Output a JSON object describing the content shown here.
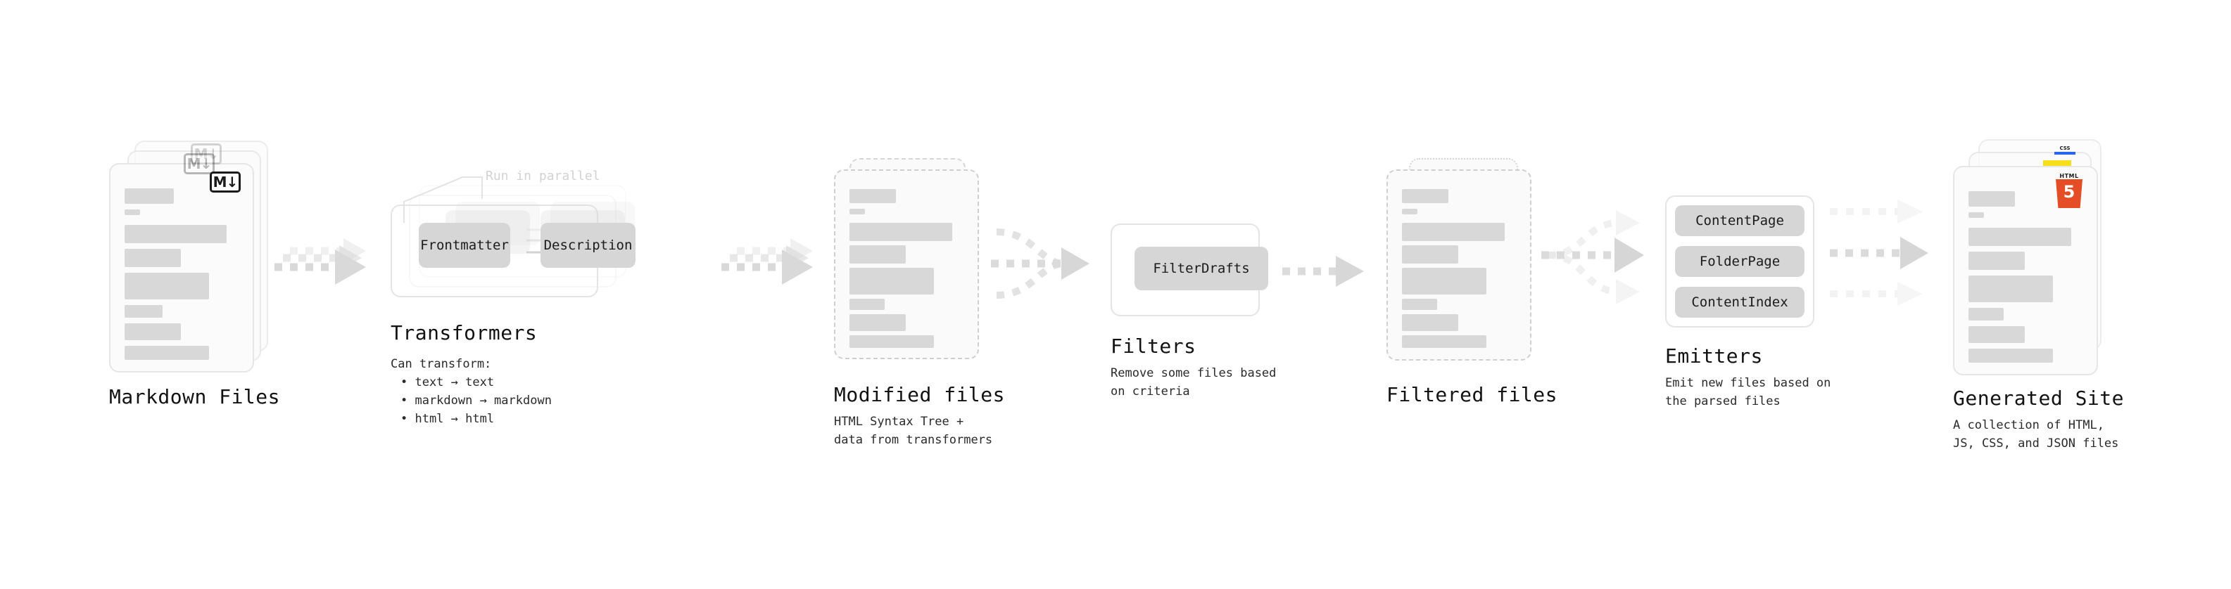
{
  "diagram": {
    "title_font_note": "monospace",
    "colors": {
      "skeleton": "#d8d8d8",
      "card_bg": "#fbfbfb",
      "card_border": "#e6e6e6",
      "dashed_border": "#cfcfcf",
      "pill_bg": "#d6d6d6",
      "arrow": "#d4d4d4",
      "arrow_strong": "#d0d0d0",
      "hint_text": "#d2d2d2",
      "html5_orange": "#e44d26",
      "js_yellow": "#f7df1e",
      "css_blue": "#2965f1"
    },
    "stages": [
      {
        "id": "markdown-files",
        "title": "Markdown Files",
        "description": "",
        "badge": "markdown-icon",
        "badge_text": "M↓",
        "card_count": 3,
        "card_style": "solid"
      },
      {
        "id": "transformers",
        "title": "Transformers",
        "description": "Can transform:",
        "bullets": [
          "• text → text",
          "• markdown → markdown",
          "• html → html"
        ],
        "hint": "Run in parallel",
        "pills": [
          "Frontmatter",
          "Description"
        ],
        "card_count": 3,
        "card_style": "group"
      },
      {
        "id": "modified-files",
        "title": "Modified files",
        "description": "HTML Syntax Tree +\ndata from transformers",
        "card_count": 2,
        "card_style": "dashed"
      },
      {
        "id": "filters",
        "title": "Filters",
        "description": "Remove some files based\non criteria",
        "pills": [
          "FilterDrafts"
        ],
        "card_style": "group"
      },
      {
        "id": "filtered-files",
        "title": "Filtered files",
        "description": "",
        "card_count": 2,
        "card_style": "dashed"
      },
      {
        "id": "emitters",
        "title": "Emitters",
        "description": "Emit new files based on\nthe parsed files",
        "pills": [
          "ContentPage",
          "FolderPage",
          "ContentIndex"
        ],
        "card_style": "group"
      },
      {
        "id": "generated-site",
        "title": "Generated Site",
        "description": "A collection of HTML,\nJS, CSS, and JSON files",
        "badges": [
          "html5-icon",
          "js-icon",
          "css3-icon"
        ],
        "badge_text": "5",
        "badge_word": "HTML",
        "css_word": "CSS",
        "card_count": 3,
        "card_style": "solid"
      }
    ],
    "connectors": [
      {
        "id": "md-to-transformers",
        "kind": "dotted-triple-arrow"
      },
      {
        "id": "transformers-to-modified",
        "kind": "dotted-triple-arrow"
      },
      {
        "id": "modified-to-filters",
        "kind": "dotted-merge-arrow"
      },
      {
        "id": "filters-to-filtered",
        "kind": "dotted-arrow"
      },
      {
        "id": "filtered-to-emitters",
        "kind": "dotted-split-arrow"
      },
      {
        "id": "emitters-to-site",
        "kind": "dotted-triple-arrow"
      }
    ]
  }
}
